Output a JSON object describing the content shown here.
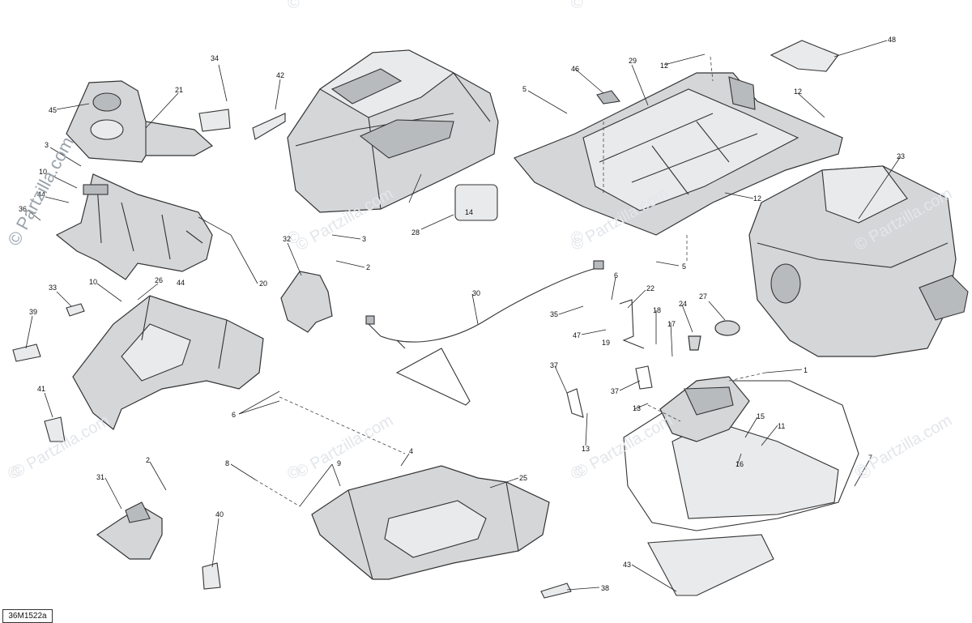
{
  "watermark": {
    "text": "© Partzilla.com",
    "repeat_text": "© Partzilla.com"
  },
  "diagram_code": "36M1522a",
  "callouts": {
    "c1": "1",
    "c2a": "2",
    "c2b": "2",
    "c3a": "3",
    "c3b": "3",
    "c4": "4",
    "c5a": "5",
    "c5b": "5",
    "c6a": "6",
    "c6b": "6",
    "c7": "7",
    "c8": "8",
    "c9": "9",
    "c10a": "10",
    "c10b": "10",
    "c11": "11",
    "c12a": "12",
    "c12b": "12",
    "c12c": "12",
    "c13a": "13",
    "c13b": "13",
    "c14": "14",
    "c15": "15",
    "c16": "16",
    "c17": "17",
    "c18": "18",
    "c19": "19",
    "c20": "20",
    "c21": "21",
    "c22": "22",
    "c23": "23",
    "c24": "24",
    "c25": "25",
    "c26": "26",
    "c27": "27",
    "c28": "28",
    "c29": "29",
    "c30": "30",
    "c31": "31",
    "c32": "32",
    "c33": "33",
    "c34": "34",
    "c35": "35",
    "c36": "36",
    "c37a": "37",
    "c37b": "37",
    "c38": "38",
    "c39": "39",
    "c40": "40",
    "c41": "41",
    "c42": "42",
    "c43": "43",
    "c44a": "44",
    "c44b": "44",
    "c45": "45",
    "c46": "46",
    "c47": "47",
    "c48": "48"
  }
}
